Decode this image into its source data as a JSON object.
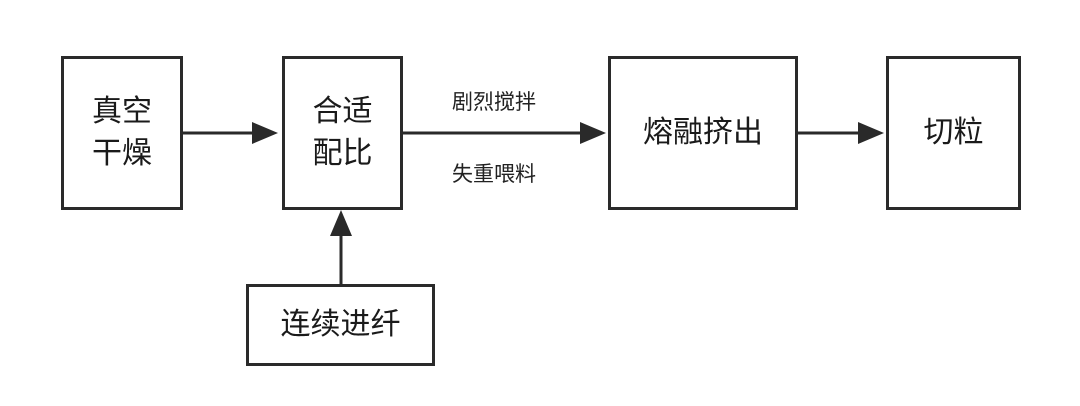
{
  "nodes": {
    "vacuum_dry": "真空\n干燥",
    "ratio": "合适\n配比",
    "melt_extrude": "熔融挤出",
    "pelletize": "切粒",
    "fiber_feed": "连续进纤"
  },
  "edge_labels": {
    "stir": "剧烈搅拌",
    "feed": "失重喂料"
  },
  "colors": {
    "stroke": "#2a2a2a"
  }
}
